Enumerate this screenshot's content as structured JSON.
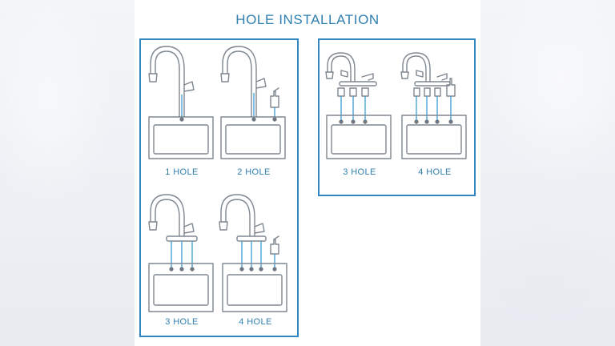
{
  "title": "HOLE INSTALLATION",
  "colors": {
    "accent": "#2f86c0",
    "label_text": "#2f7fb0",
    "water_line": "#4aa3d8",
    "outline": "#7f8790",
    "background": "#ffffff"
  },
  "groups": [
    {
      "items": [
        {
          "label": "1 HOLE",
          "holes": 1
        },
        {
          "label": "2 HOLE",
          "holes": 2
        },
        {
          "label": "3 HOLE",
          "holes": 3
        },
        {
          "label": "4 HOLE",
          "holes": 4
        }
      ]
    },
    {
      "items": [
        {
          "label": "3 HOLE",
          "holes": 3
        },
        {
          "label": "4 HOLE",
          "holes": 4
        }
      ]
    }
  ]
}
